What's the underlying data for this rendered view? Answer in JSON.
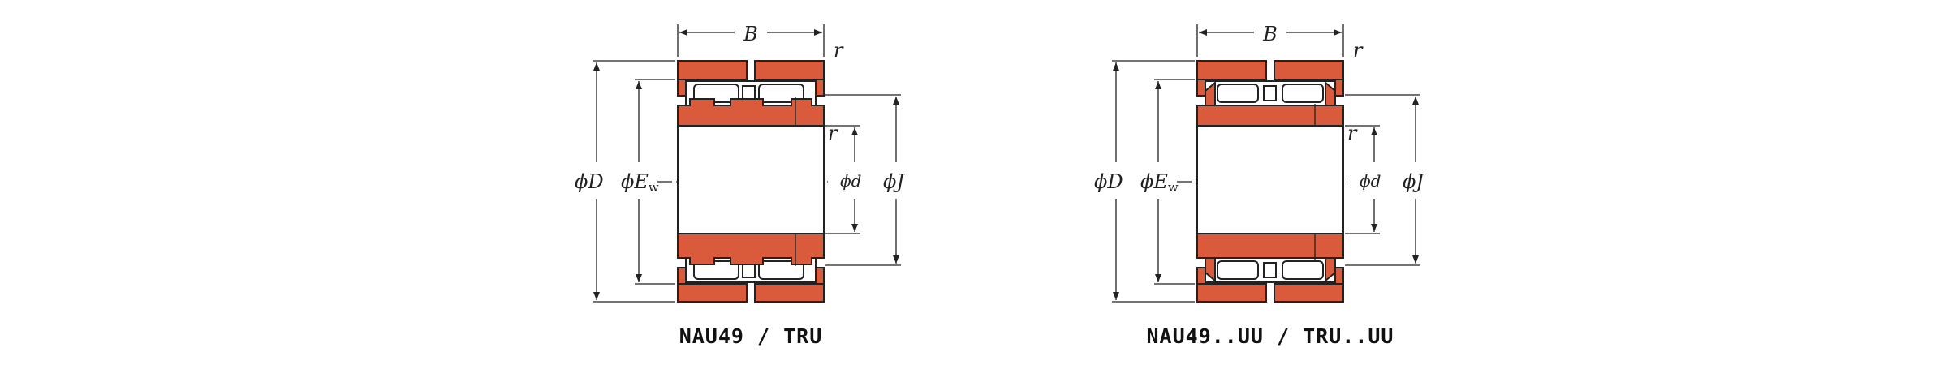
{
  "diagrams": [
    {
      "caption": "NAU49 / TRU",
      "labels": {
        "B": "B",
        "r_outer": "r",
        "r_inner": "r",
        "D": "ϕD",
        "Ew": "ϕE",
        "Ew_sub": "w",
        "d": "ϕd",
        "J": "ϕJ"
      },
      "variant": "open"
    },
    {
      "caption": "NAU49..UU / TRU..UU",
      "labels": {
        "B": "B",
        "r_outer": "r",
        "r_inner": "r",
        "D": "ϕD",
        "Ew": "ϕE",
        "Ew_sub": "w",
        "d": "ϕd",
        "J": "ϕJ"
      },
      "variant": "sealed"
    }
  ],
  "colors": {
    "ring": "#d95b3c",
    "line": "#222222",
    "background": "#ffffff"
  }
}
